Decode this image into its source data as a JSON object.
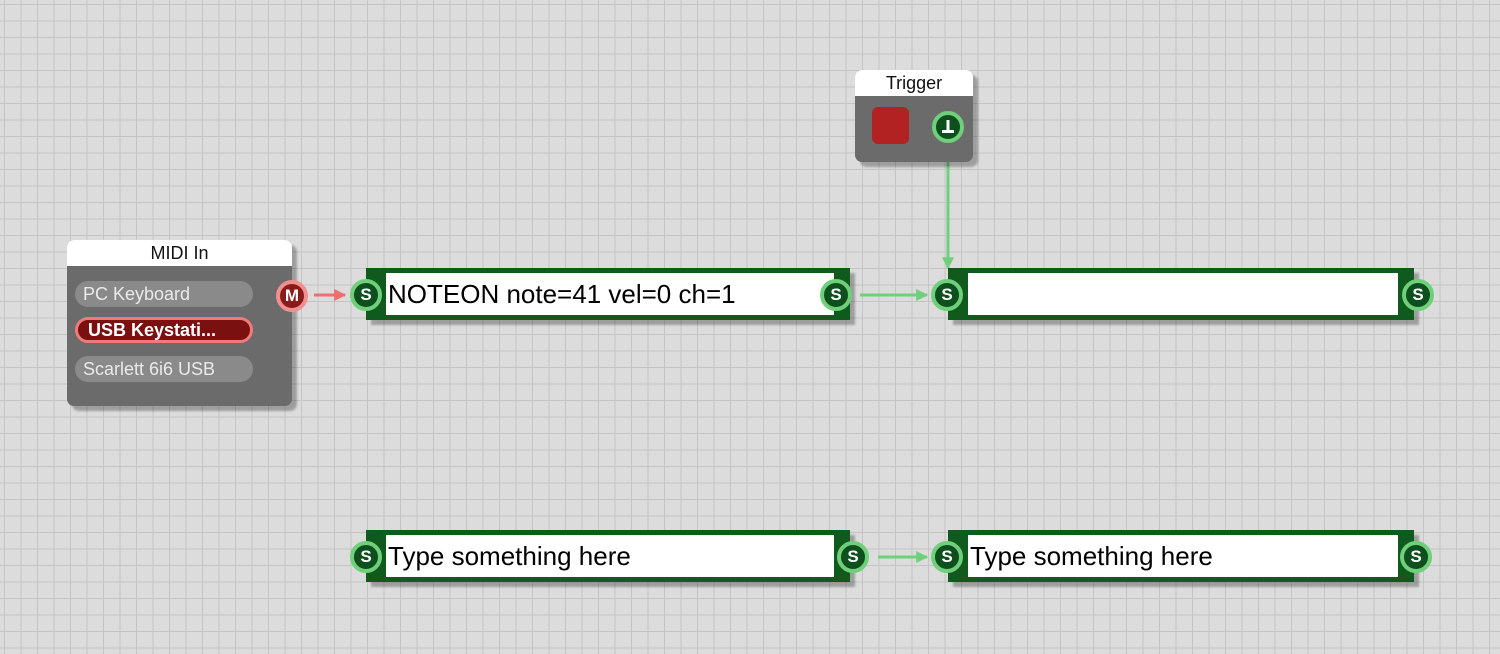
{
  "midi_in": {
    "title": "MIDI In",
    "devices": [
      {
        "label": "PC Keyboard",
        "selected": false
      },
      {
        "label": "USB Keystati...",
        "selected": true
      },
      {
        "label": "Scarlett 6i6 USB",
        "selected": false
      }
    ],
    "output_port_label": "M"
  },
  "trigger": {
    "title": "Trigger",
    "button_color": "#b22222"
  },
  "string_boxes": [
    {
      "value": "NOTEON note=41 vel=0 ch=1"
    },
    {
      "value": ""
    },
    {
      "value": "Type something here"
    },
    {
      "value": "Type something here"
    }
  ],
  "port_label": "S",
  "colors": {
    "canvas": "#dcdcdc",
    "grid": "#c4c4c4",
    "module_body": "#6b6b6b",
    "string_box": "#0f5a1c",
    "port_ring": "#6fcf7a",
    "string_wire": "#6fcf7a",
    "midi_wire": "#ef6f6f",
    "midi_selected": "#7a1010"
  }
}
